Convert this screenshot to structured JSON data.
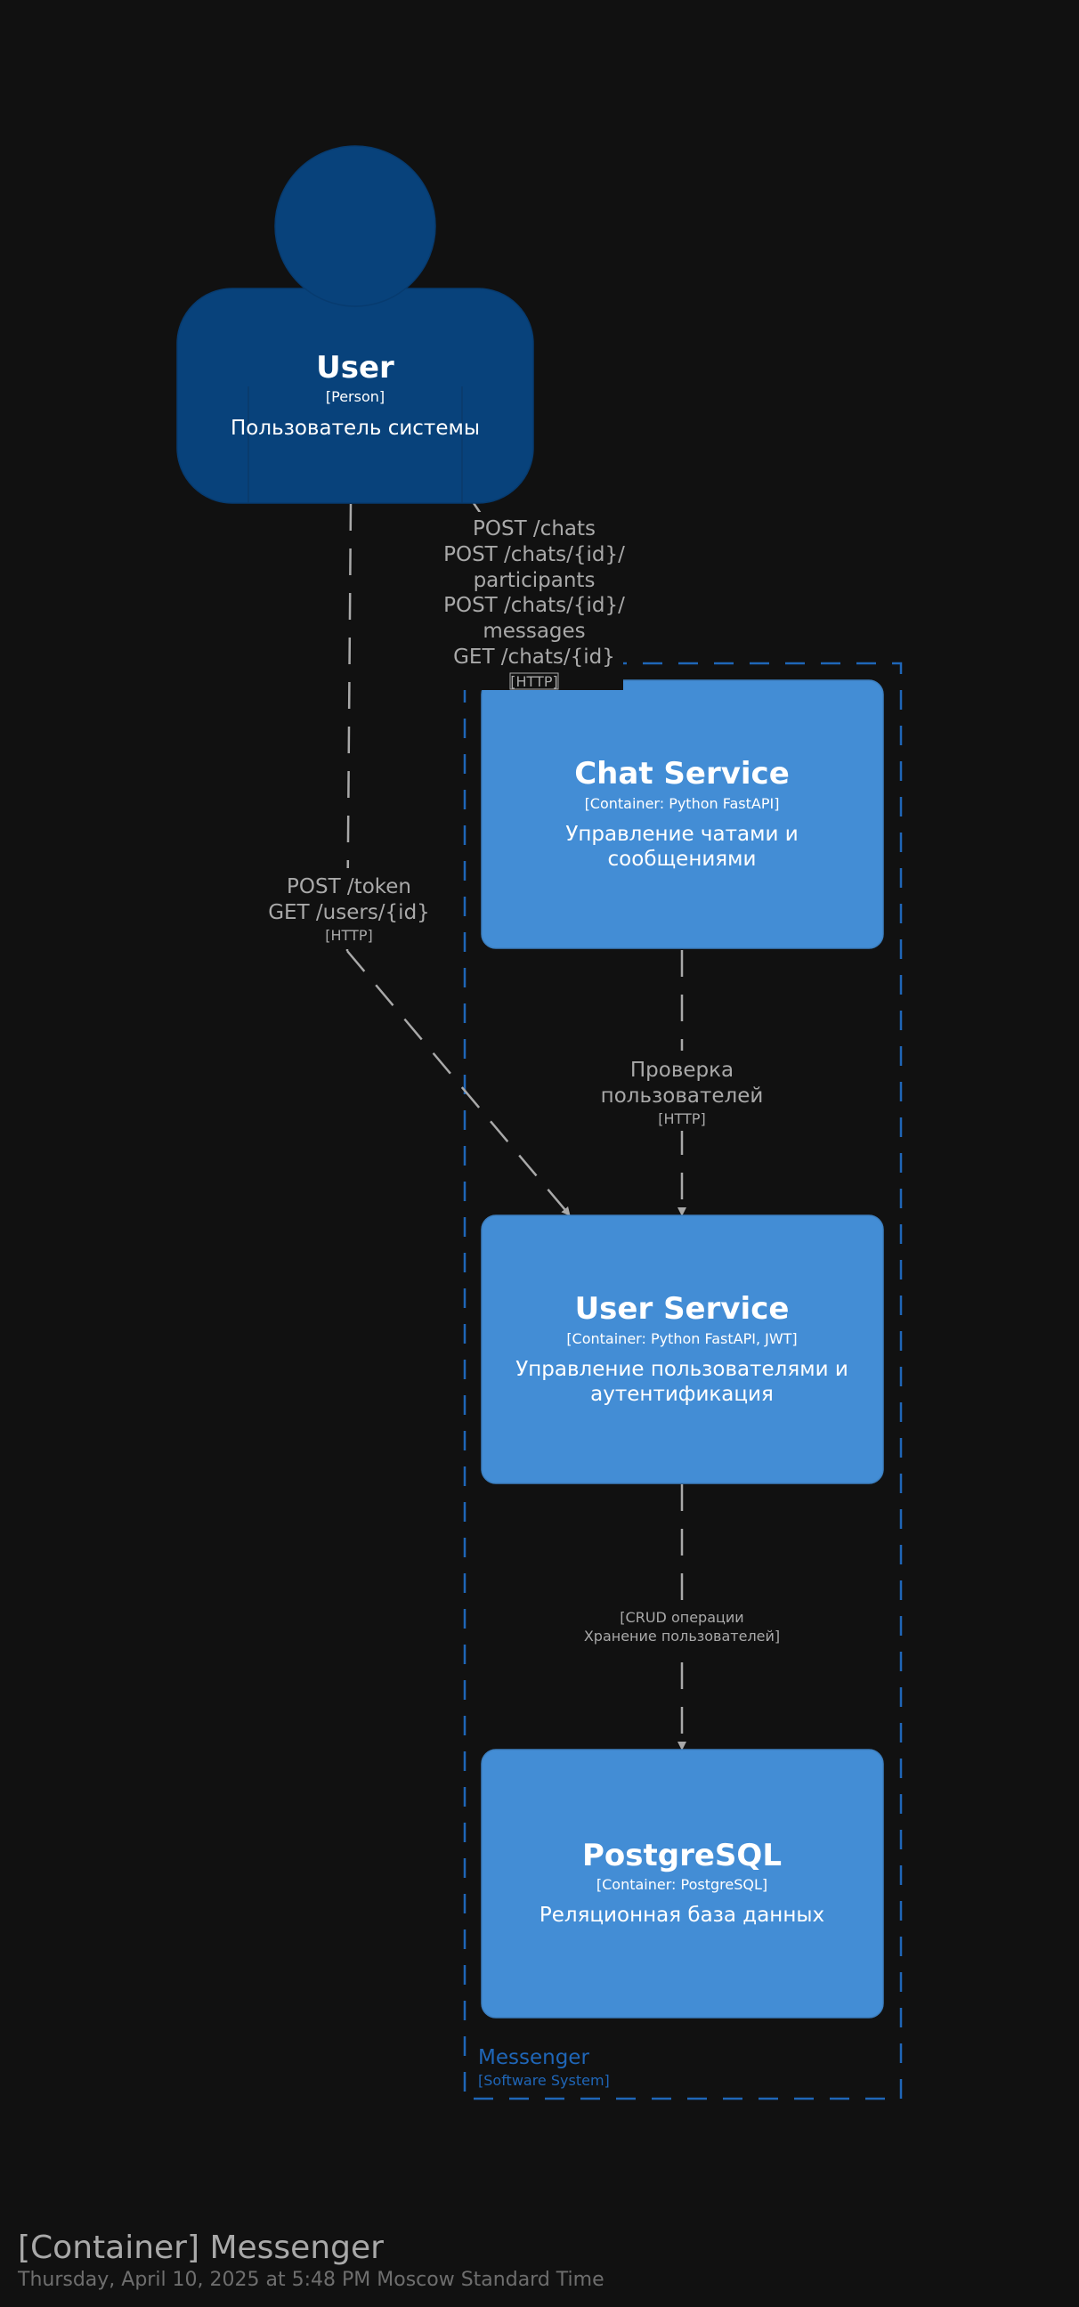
{
  "nodes": {
    "user": {
      "title": "User",
      "type": "[Person]",
      "description": "Пользователь системы"
    },
    "chat_service": {
      "title": "Chat Service",
      "type": "[Container: Python FastAPI]",
      "description_lines": [
        "Управление чатами и",
        "сообщениями"
      ]
    },
    "user_service": {
      "title": "User Service",
      "type": "[Container: Python FastAPI, JWT]",
      "description_lines": [
        "Управление пользователями и",
        "аутентификация"
      ]
    },
    "postgresql": {
      "title": "PostgreSQL",
      "type": "[Container: PostgreSQL]",
      "description": "Реляционная база данных"
    }
  },
  "boundary": {
    "name": "Messenger",
    "type": "[Software System]"
  },
  "edges": {
    "user_to_chat": {
      "lines": [
        "POST /chats",
        "POST /chats/{id}/",
        "participants",
        "POST /chats/{id}/",
        "messages",
        "GET /chats/{id}"
      ],
      "technology": "[HTTP]"
    },
    "user_to_user_service": {
      "lines": [
        "POST /token",
        "GET /users/{id}"
      ],
      "technology": "[HTTP]"
    },
    "chat_to_user_service": {
      "lines": [
        "Проверка",
        "пользователей"
      ],
      "technology": "[HTTP]"
    },
    "user_service_to_db": {
      "lines": [
        "[CRUD операции",
        "Хранение пользователей]"
      ]
    }
  },
  "footer": {
    "title": "[Container] Messenger",
    "date": "Thursday, April 10, 2025 at 5:48 PM Moscow Standard Time"
  },
  "colors": {
    "background": "#111111",
    "person": "#08427b",
    "container": "#438dd5",
    "boundary": "#1f66b8",
    "edge": "#a9a9a9"
  }
}
